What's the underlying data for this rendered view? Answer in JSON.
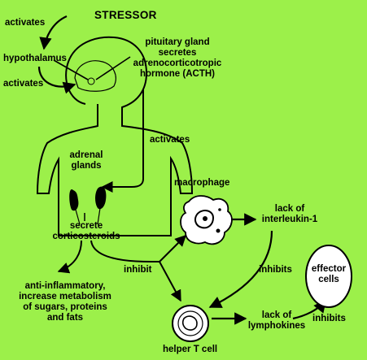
{
  "colors": {
    "background": "#9cf04a",
    "ink": "#000000",
    "cell_fill": "#ffffff"
  },
  "labels": {
    "stressor": "STRESSOR",
    "activates_top": "activates",
    "hypothalamus": "hypothalamus",
    "activates_left": "activates",
    "pituitary": [
      "pituitary gland",
      "secretes",
      "adrenocorticotropic",
      "hormone (ACTH)"
    ],
    "activates_right": "activates",
    "adrenal": [
      "adrenal",
      "glands"
    ],
    "secrete": [
      "secrete",
      "corticosteroids"
    ],
    "macrophage": "macrophage",
    "lack_il1": [
      "lack of",
      "interleukin-1"
    ],
    "inhibit": "inhibit",
    "inhibits_mid": "inhibits",
    "effector": [
      "effector",
      "cells"
    ],
    "anti_inflammatory": [
      "anti-inflammatory,",
      "increase metabolism",
      "of sugars, proteins",
      "and fats"
    ],
    "lack_lymph": [
      "lack of",
      "lymphokines"
    ],
    "inhibits_right": "inhibits",
    "helper": "helper T cell"
  }
}
